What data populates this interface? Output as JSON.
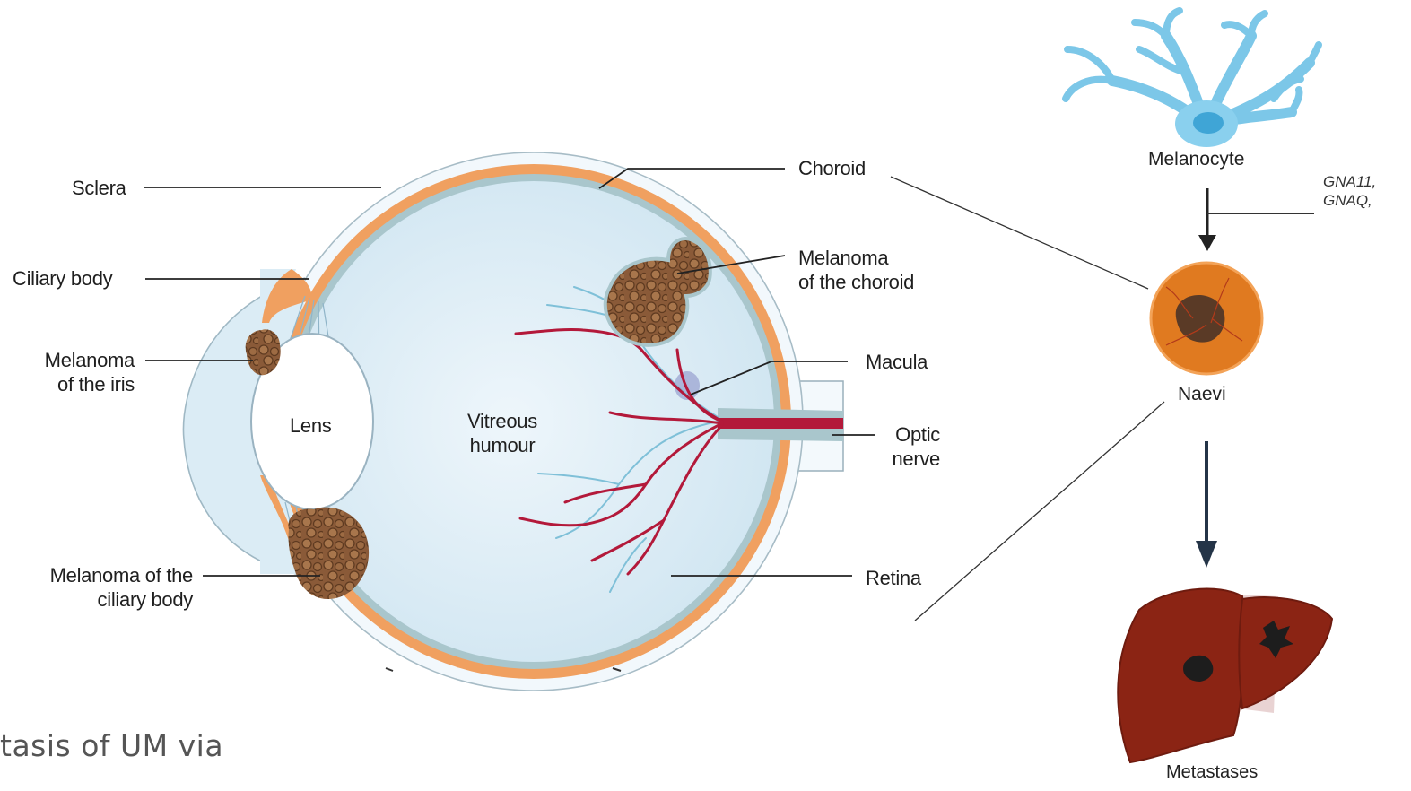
{
  "eye_labels": {
    "sclera": "Sclera",
    "ciliary_body": "Ciliary body",
    "melanoma_iris_line1": "Melanoma",
    "melanoma_iris_line2": "of the iris",
    "melanoma_ciliary_line1": "Melanoma of the",
    "melanoma_ciliary_line2": "ciliary body",
    "lens": "Lens",
    "vitreous_line1": "Vitreous",
    "vitreous_line2": "humour",
    "choroid": "Choroid",
    "melanoma_choroid_line1": "Melanoma",
    "melanoma_choroid_line2": "of the choroid",
    "macula": "Macula",
    "optic_line1": "Optic",
    "optic_line2": "nerve",
    "retina": "Retina"
  },
  "pathway": {
    "melanocyte": "Melanocyte",
    "genes_line1": "GNA11,",
    "genes_line2": "GNAQ,",
    "naevi": "Naevi",
    "metastases": "Metastases"
  },
  "caption": {
    "line1": "tasis of UM via"
  },
  "colors": {
    "choroid_orange": "#f0a060",
    "vitreous_blue": "#d4e9f4",
    "retina_teal": "#a9c6cc",
    "melanocyte_blue": "#7cc7e8",
    "vessel_red": "#b3193a",
    "vessel_blue": "#7fc0d8",
    "tumour_brown": "#8a5a38",
    "liver_red": "#8b2414",
    "naevus_orange": "#e07a20"
  }
}
